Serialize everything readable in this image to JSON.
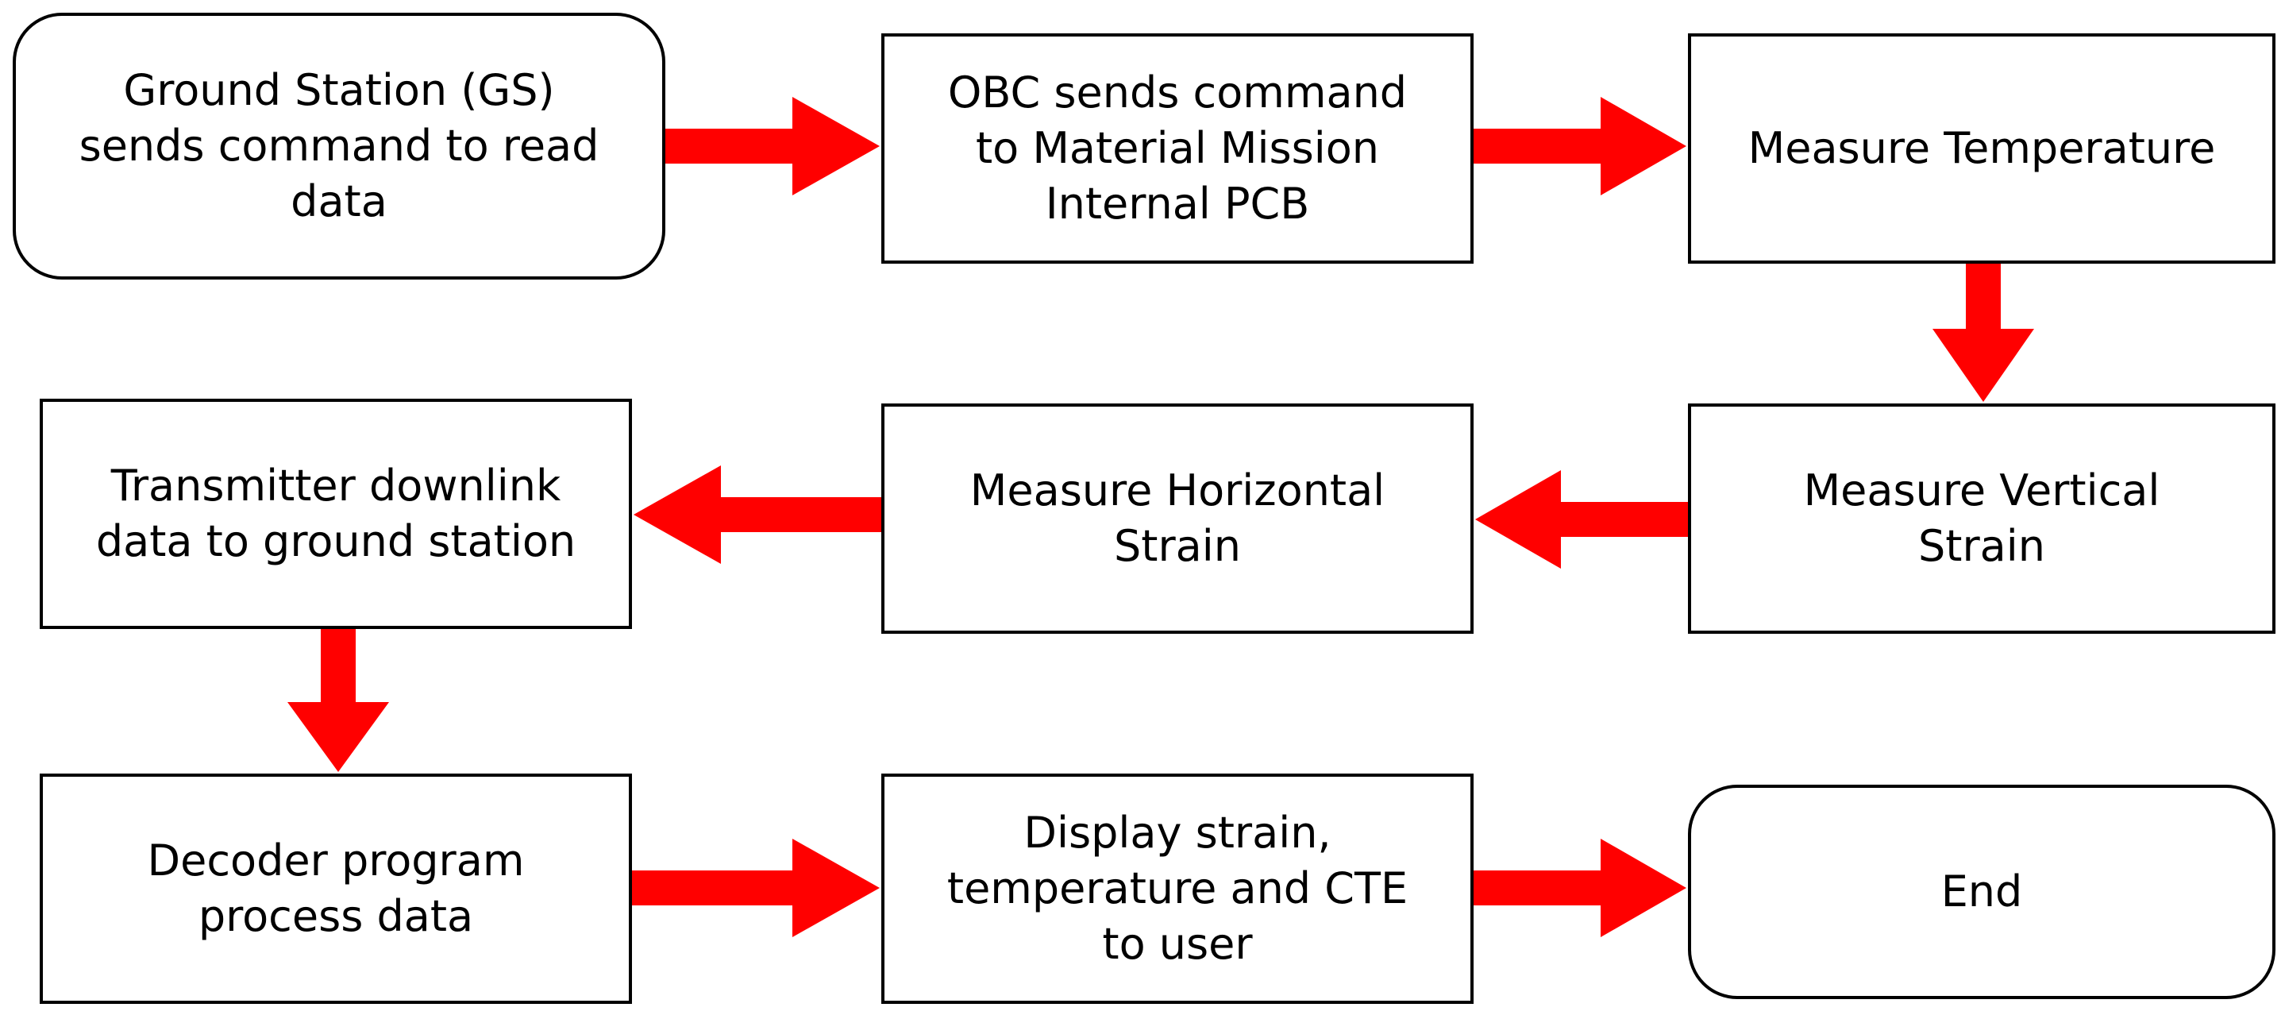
{
  "colors": {
    "arrow": "#ff0000",
    "border": "#000000",
    "background": "#ffffff",
    "text": "#000000"
  },
  "nodes": {
    "ground_station": {
      "label": "Ground Station (GS)\nsends command to read\ndata",
      "shape": "rounded"
    },
    "obc_command": {
      "label": "OBC sends command\nto Material Mission\nInternal PCB",
      "shape": "rectangle"
    },
    "measure_temperature": {
      "label": "Measure Temperature",
      "shape": "rectangle"
    },
    "measure_vertical_strain": {
      "label": "Measure Vertical\nStrain",
      "shape": "rectangle"
    },
    "measure_horizontal_strain": {
      "label": "Measure Horizontal\nStrain",
      "shape": "rectangle"
    },
    "transmitter_downlink": {
      "label": "Transmitter downlink\ndata to ground station",
      "shape": "rectangle"
    },
    "decoder_program": {
      "label": "Decoder program\nprocess data",
      "shape": "rectangle"
    },
    "display_results": {
      "label": "Display strain,\ntemperature and CTE\nto user",
      "shape": "rectangle"
    },
    "end": {
      "label": "End",
      "shape": "rounded"
    }
  },
  "edges": [
    {
      "from": "ground_station",
      "to": "obc_command",
      "direction": "right"
    },
    {
      "from": "obc_command",
      "to": "measure_temperature",
      "direction": "right"
    },
    {
      "from": "measure_temperature",
      "to": "measure_vertical_strain",
      "direction": "down"
    },
    {
      "from": "measure_vertical_strain",
      "to": "measure_horizontal_strain",
      "direction": "left"
    },
    {
      "from": "measure_horizontal_strain",
      "to": "transmitter_downlink",
      "direction": "left"
    },
    {
      "from": "transmitter_downlink",
      "to": "decoder_program",
      "direction": "down"
    },
    {
      "from": "decoder_program",
      "to": "display_results",
      "direction": "right"
    },
    {
      "from": "display_results",
      "to": "end",
      "direction": "right"
    }
  ]
}
